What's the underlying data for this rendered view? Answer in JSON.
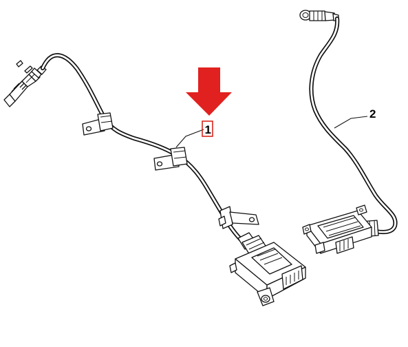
{
  "callouts": [
    {
      "id": "1",
      "label": "1",
      "highlighted": true
    },
    {
      "id": "2",
      "label": "2",
      "highlighted": false
    }
  ],
  "colors": {
    "arrow": "#e0211f",
    "highlight_box": "#d9261c",
    "line": "#111111",
    "background": "#ffffff"
  },
  "icons": {
    "pointer": "down-arrow-icon"
  }
}
